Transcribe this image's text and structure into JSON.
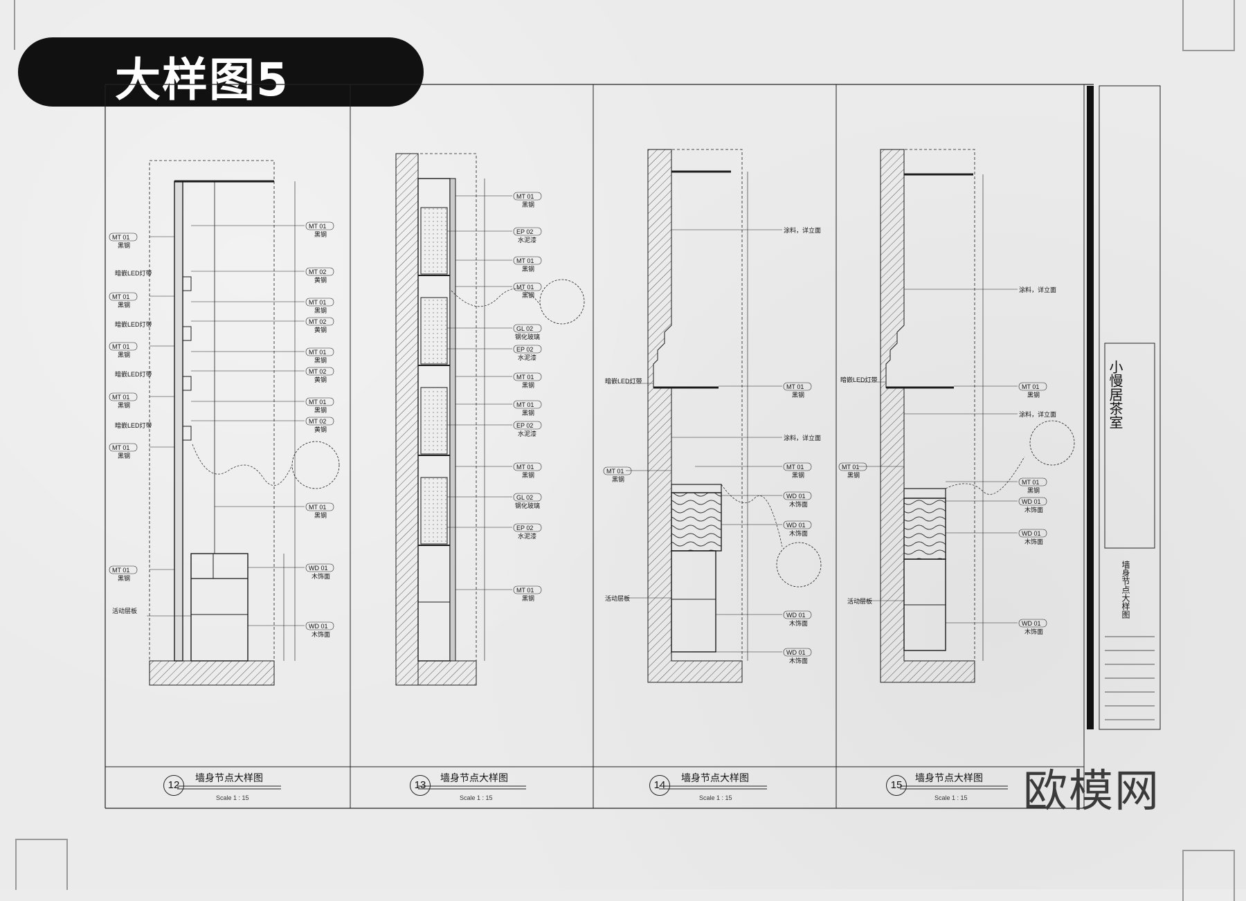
{
  "page_title": "大样图5",
  "title_block": {
    "project": "小慢居茶室",
    "sheet_name": "墙身节点大样图"
  },
  "watermark": "欧模网",
  "details": [
    {
      "num": "12",
      "title": "墙身节点大样图",
      "scale": "Scale 1 : 15"
    },
    {
      "num": "13",
      "title": "墙身节点大样图",
      "scale": "Scale 1 : 15"
    },
    {
      "num": "14",
      "title": "墙身节点大样图",
      "scale": "Scale 1 : 15"
    },
    {
      "num": "15",
      "title": "墙身节点大样图",
      "scale": "Scale 1 : 15"
    }
  ],
  "annotations": {
    "d12": [
      {
        "code": "MT 01",
        "name": "黑钢"
      },
      {
        "code": "MT 02",
        "name": "黄钢"
      },
      {
        "code": "WD 01",
        "name": "木饰面"
      },
      {
        "text": "暗嵌LED灯带"
      },
      {
        "text": "活动层板"
      }
    ],
    "d13": [
      {
        "code": "MT 01",
        "name": "黑钢"
      },
      {
        "code": "EP 02",
        "name": "水泥漆"
      },
      {
        "code": "GL 02",
        "name": "钢化玻璃"
      }
    ],
    "d14": [
      {
        "text": "涂料，详立面"
      },
      {
        "code": "MT 01",
        "name": "黑钢"
      },
      {
        "code": "WD 01",
        "name": "木饰面"
      },
      {
        "text": "暗嵌LED灯带"
      },
      {
        "text": "活动层板"
      }
    ]
  },
  "colors": {
    "ink": "#1a1a1a",
    "paper": "#ebebeb",
    "badge": "#111111"
  }
}
